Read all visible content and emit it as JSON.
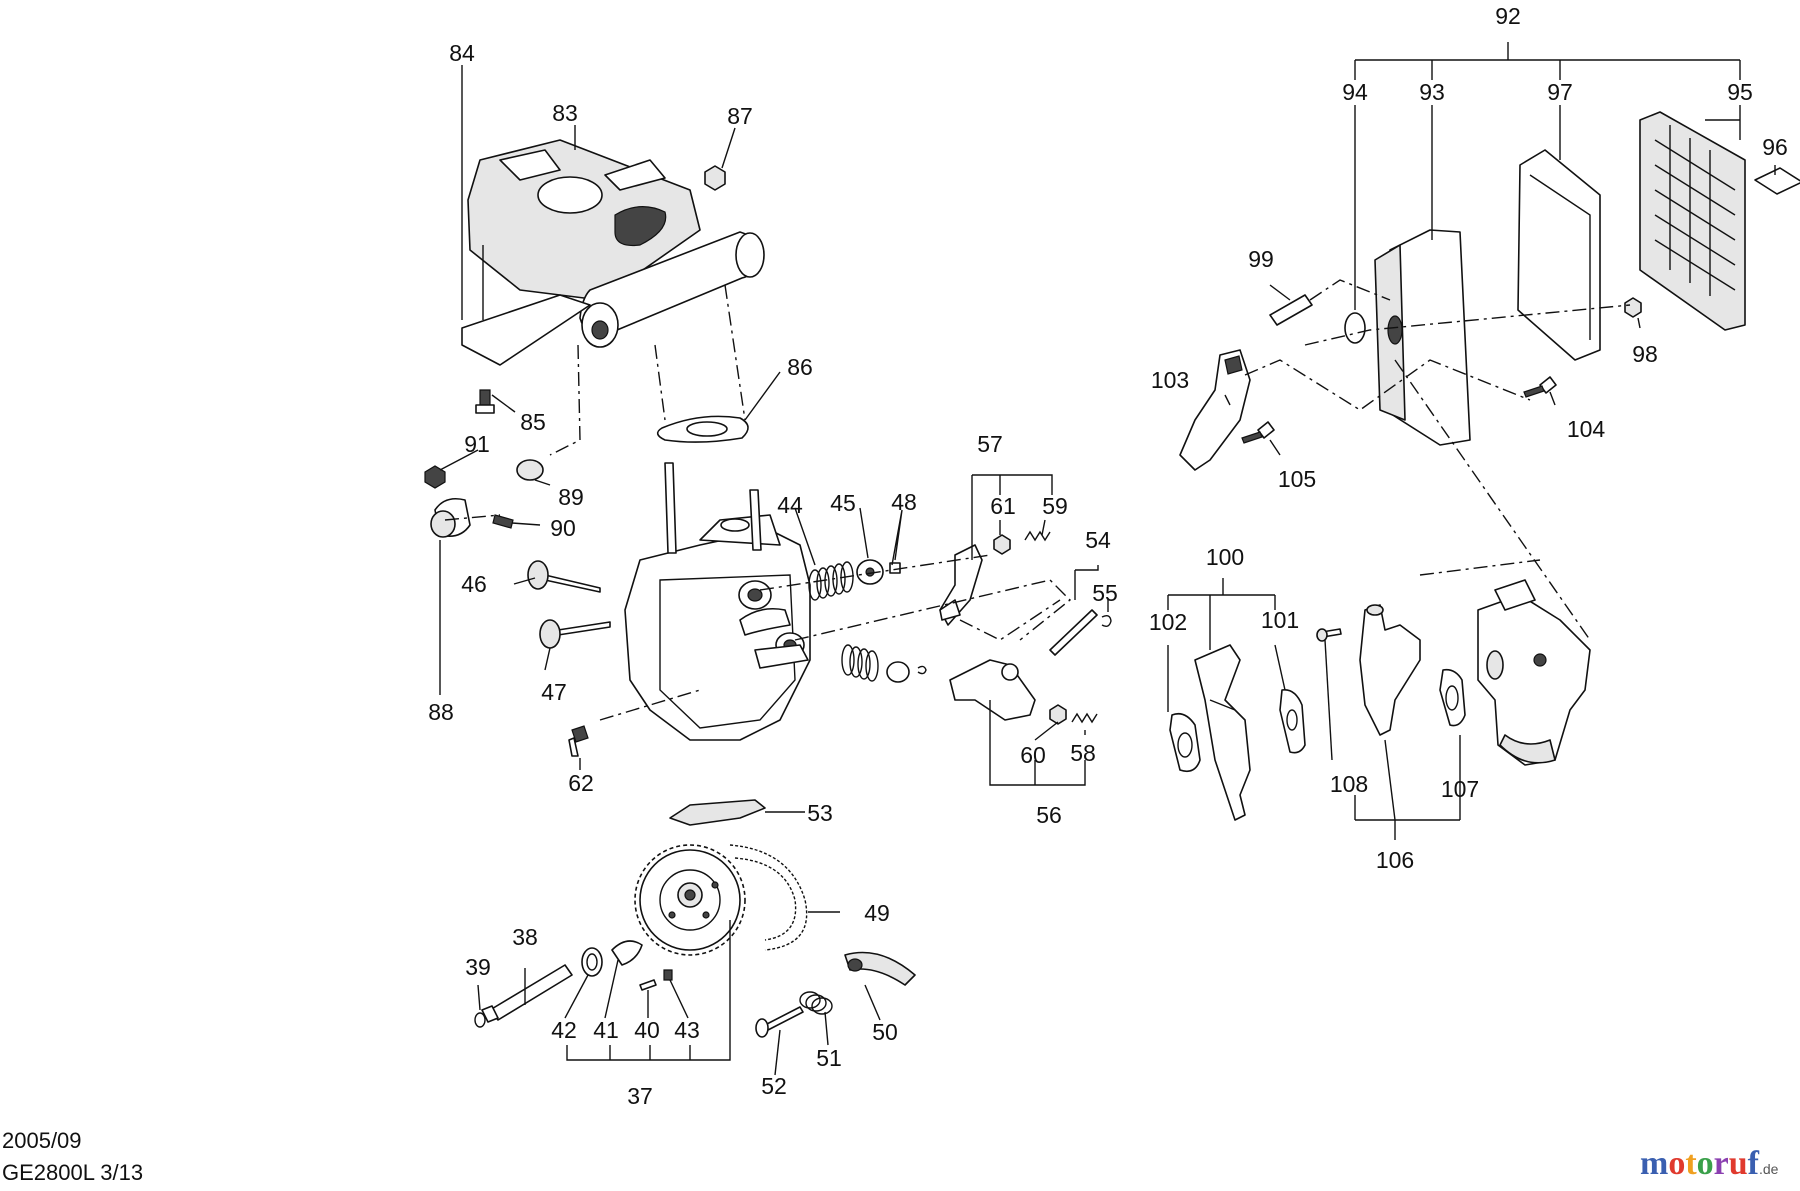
{
  "footer": {
    "date": "2005/09",
    "model_page": "GE2800L 3/13"
  },
  "logo": {
    "text": "motoruf",
    "domain": ".de",
    "colors": [
      "#3a5fb0",
      "#e03a2e",
      "#f0a020",
      "#3aa04a",
      "#8a3fb0",
      "#e03a2e",
      "#3a5fb0"
    ]
  },
  "callouts": {
    "c37": "37",
    "c38": "38",
    "c39": "39",
    "c40": "40",
    "c41": "41",
    "c42": "42",
    "c43": "43",
    "c44": "44",
    "c45": "45",
    "c46": "46",
    "c47": "47",
    "c48": "48",
    "c49": "49",
    "c50": "50",
    "c51": "51",
    "c52": "52",
    "c53": "53",
    "c54": "54",
    "c55": "55",
    "c56": "56",
    "c57": "57",
    "c58": "58",
    "c59": "59",
    "c60": "60",
    "c61": "61",
    "c62": "62",
    "c83": "83",
    "c84": "84",
    "c85": "85",
    "c86": "86",
    "c87": "87",
    "c88": "88",
    "c89": "89",
    "c90": "90",
    "c91": "91",
    "c92": "92",
    "c93": "93",
    "c94": "94",
    "c95": "95",
    "c96": "96",
    "c97": "97",
    "c98": "98",
    "c99": "99",
    "c100": "100",
    "c101": "101",
    "c102": "102",
    "c103": "103",
    "c104": "104",
    "c105": "105",
    "c106": "106",
    "c107": "107",
    "c108": "108"
  }
}
